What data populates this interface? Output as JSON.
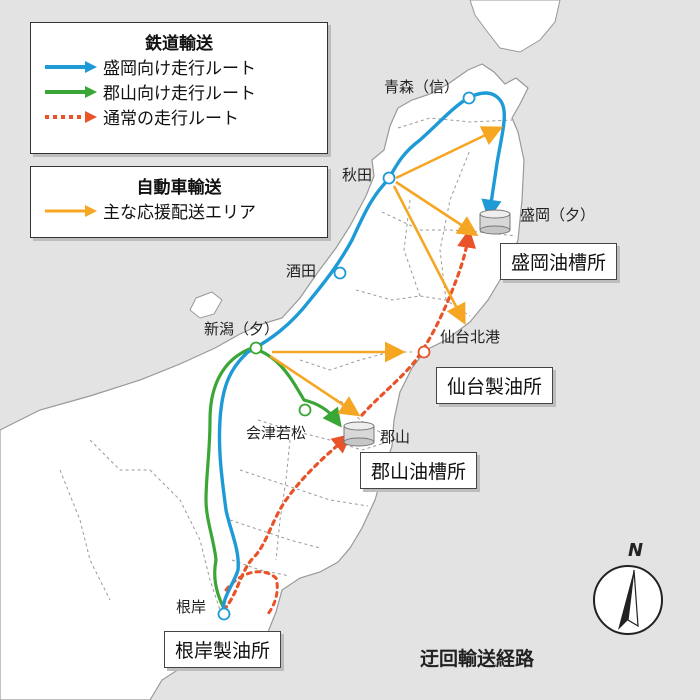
{
  "legend_rail": {
    "title": "鉄道輸送",
    "items": [
      {
        "label": "盛岡向け走行ルート",
        "color": "#1e9ad6",
        "style": "solid"
      },
      {
        "label": "郡山向け走行ルート",
        "color": "#3aa635",
        "style": "solid"
      },
      {
        "label": "通常の走行ルート",
        "color": "#e8532a",
        "style": "dotted"
      }
    ]
  },
  "legend_truck": {
    "title": "自動車輸送",
    "items": [
      {
        "label": "主な応援配送エリア",
        "color": "#f5a623",
        "style": "solid"
      }
    ]
  },
  "places": {
    "aomori": "青森（信）",
    "akita": "秋田",
    "morioka": "盛岡（夕）",
    "sakata": "酒田",
    "niigata": "新潟（夕）",
    "sendai_kitako": "仙台北港",
    "aizuwakamatsu": "会津若松",
    "koriyama": "郡山",
    "negishi": "根岸"
  },
  "facilities": {
    "morioka_depot": "盛岡油槽所",
    "sendai_refinery": "仙台製油所",
    "koriyama_depot": "郡山油槽所",
    "negishi_refinery": "根岸製油所"
  },
  "map_caption": "迂回輸送経路",
  "compass_label": "N",
  "colors": {
    "morioka_route": "#1e9ad6",
    "koriyama_route": "#3aa635",
    "normal_route": "#e8532a",
    "truck_delivery": "#f5a623",
    "land": "#ffffff",
    "sea": "#e3e3e3"
  }
}
